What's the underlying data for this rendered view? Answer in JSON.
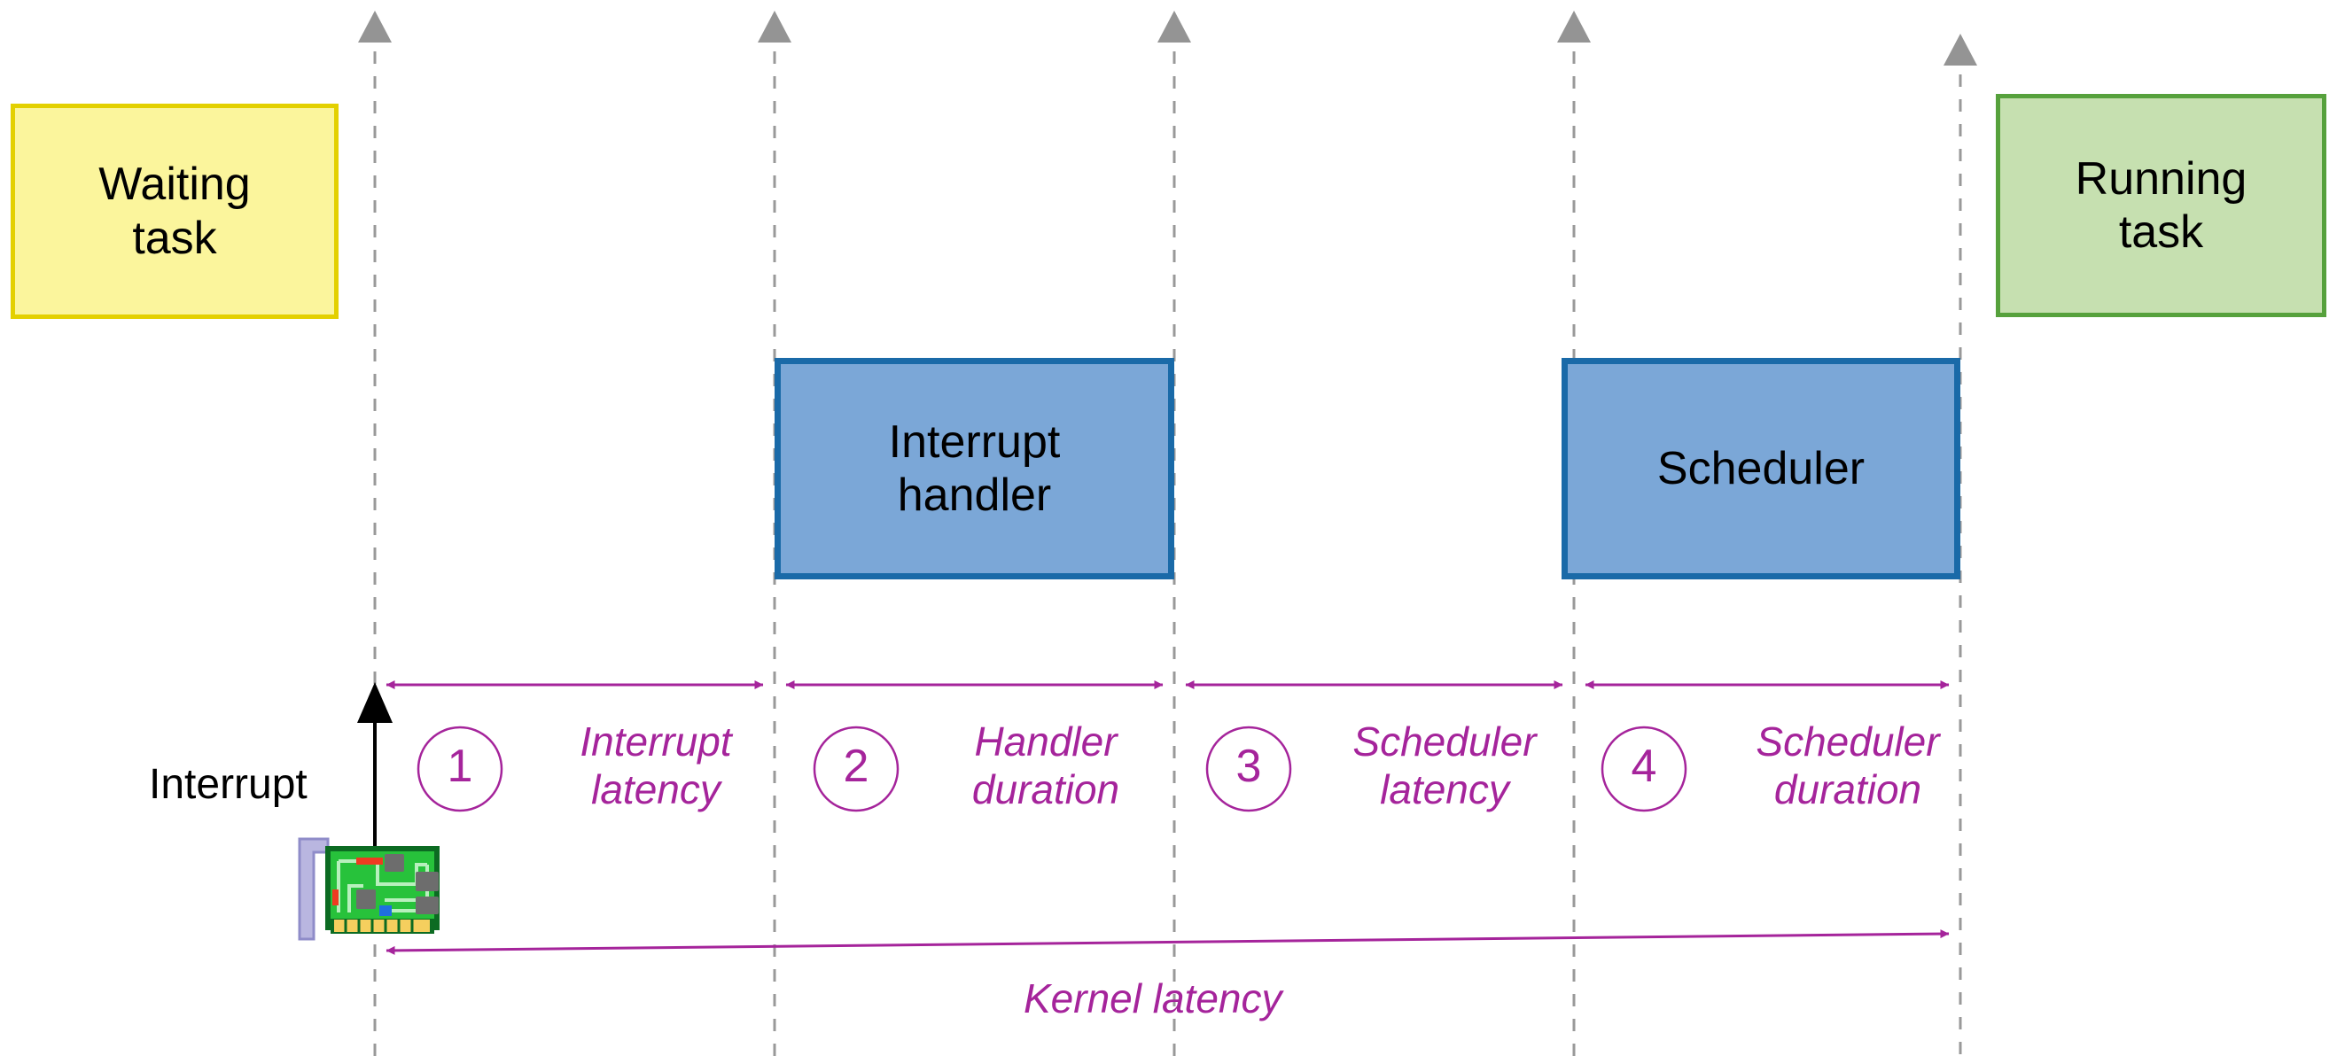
{
  "diagram": {
    "title": "Kernel latency breakdown timeline",
    "colors": {
      "accent_purple": "#a5249b",
      "timeline_gray": "#999999",
      "waiting_fill": "#fbf59c",
      "waiting_border": "#e3d000",
      "running_fill": "#c6e0b0",
      "running_border": "#56a13c",
      "block_fill": "#7ba7d7",
      "block_border": "#1a6aa8"
    }
  },
  "states": {
    "waiting": {
      "line1": "Waiting",
      "line2": "task"
    },
    "running": {
      "line1": "Running",
      "line2": "task"
    }
  },
  "blocks": [
    {
      "line1": "Interrupt",
      "line2": "handler"
    },
    {
      "line1": "Scheduler",
      "line2": ""
    }
  ],
  "interrupt": {
    "label": "Interrupt",
    "icon": "expansion-card-icon"
  },
  "segments": [
    {
      "number": "1",
      "line1": "Interrupt",
      "line2": "latency"
    },
    {
      "number": "2",
      "line1": "Handler",
      "line2": "duration"
    },
    {
      "number": "3",
      "line1": "Scheduler",
      "line2": "latency"
    },
    {
      "number": "4",
      "line1": "Scheduler",
      "line2": "duration"
    }
  ],
  "total": {
    "label": "Kernel latency"
  },
  "timeline_markers": [
    {
      "name": "t0-interrupt-raised"
    },
    {
      "name": "t1-handler-start"
    },
    {
      "name": "t2-handler-end"
    },
    {
      "name": "t3-scheduler-start"
    },
    {
      "name": "t4-scheduler-end"
    }
  ]
}
